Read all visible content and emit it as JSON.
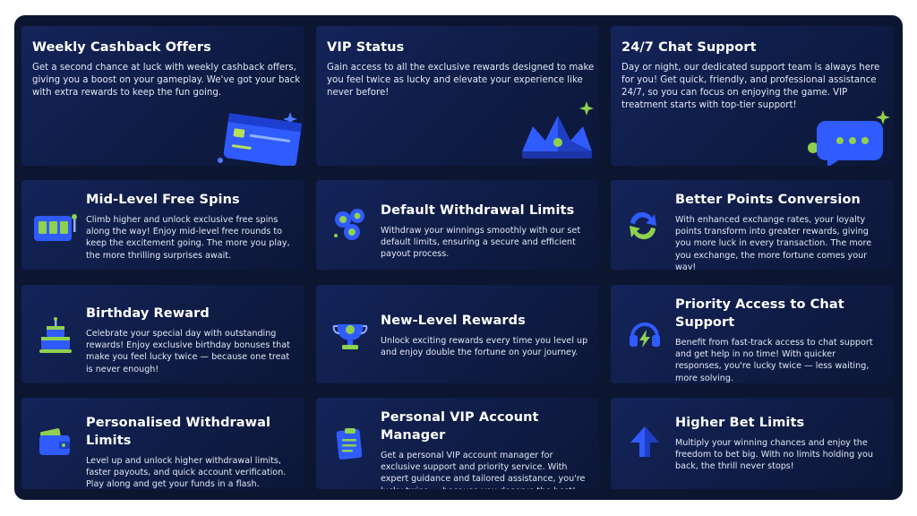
{
  "colors": {
    "frame": "#0c1631",
    "card": "#14245a",
    "accent_green": "#8fd14f",
    "accent_blue": "#2f5bff",
    "text": "#ffffff"
  },
  "cards": [
    {
      "title": "Weekly Cashback Offers",
      "desc": "Get a second chance at luck with weekly cashback offers, giving you a boost on your gameplay. We've got your back with extra rewards to keep the fun going.",
      "icon": "credit-card-icon"
    },
    {
      "title": "VIP Status",
      "desc": "Gain access to all the exclusive rewards designed to make you feel twice as lucky and elevate your experience like never before!",
      "icon": "crown-icon"
    },
    {
      "title": "24/7 Chat Support",
      "desc": "Day or night, our dedicated support team is always here for you! Get quick, friendly, and professional assistance 24/7, so you can focus on enjoying the game. VIP treatment starts with top-tier support!",
      "icon": "chat-bubble-icon"
    },
    {
      "title": "Mid-Level Free Spins",
      "desc": "Climb higher and unlock exclusive free spins along the way! Enjoy mid-level free rounds to keep the excitement going. The more you play, the more thrilling surprises await.",
      "icon": "slot-machine-icon"
    },
    {
      "title": "Default Withdrawal Limits",
      "desc": "Withdraw your winnings smoothly with our set default limits, ensuring a secure and efficient payout process.",
      "icon": "coins-icon"
    },
    {
      "title": "Better Points Conversion",
      "desc": "With enhanced exchange rates, your loyalty points transform into greater rewards, giving you more luck in every transaction. The more you exchange, the more fortune comes your way!",
      "icon": "exchange-arrows-icon"
    },
    {
      "title": "Birthday Reward",
      "desc": "Celebrate your special day with outstanding rewards! Enjoy exclusive birthday bonuses that make you feel lucky twice — because one treat is never enough!",
      "icon": "birthday-cake-icon"
    },
    {
      "title": "New-Level Rewards",
      "desc": "Unlock exciting rewards every time you level up and enjoy double the fortune on your journey.",
      "icon": "trophy-icon"
    },
    {
      "title": "Priority Access to Chat Support",
      "desc": "Benefit from fast-track access to chat support and get help in no time! With quicker responses, you're lucky twice — less waiting, more solving.",
      "icon": "headset-icon"
    },
    {
      "title": "Personalised Withdrawal Limits",
      "desc": "Level up and unlock higher withdrawal limits, faster payouts, and quick account verification. Play along and get your funds in a flash.",
      "icon": "wallet-icon"
    },
    {
      "title": "Personal VIP Account Manager",
      "desc": "Get a personal VIP account manager for exclusive support and priority service. With expert guidance and tailored assistance, you're lucky twice — because you deserve the best!",
      "icon": "clipboard-icon"
    },
    {
      "title": "Higher Bet Limits",
      "desc": "Multiply your winning chances and enjoy the freedom to bet big. With no limits holding you back, the thrill never stops!",
      "icon": "arrow-up-icon"
    }
  ]
}
